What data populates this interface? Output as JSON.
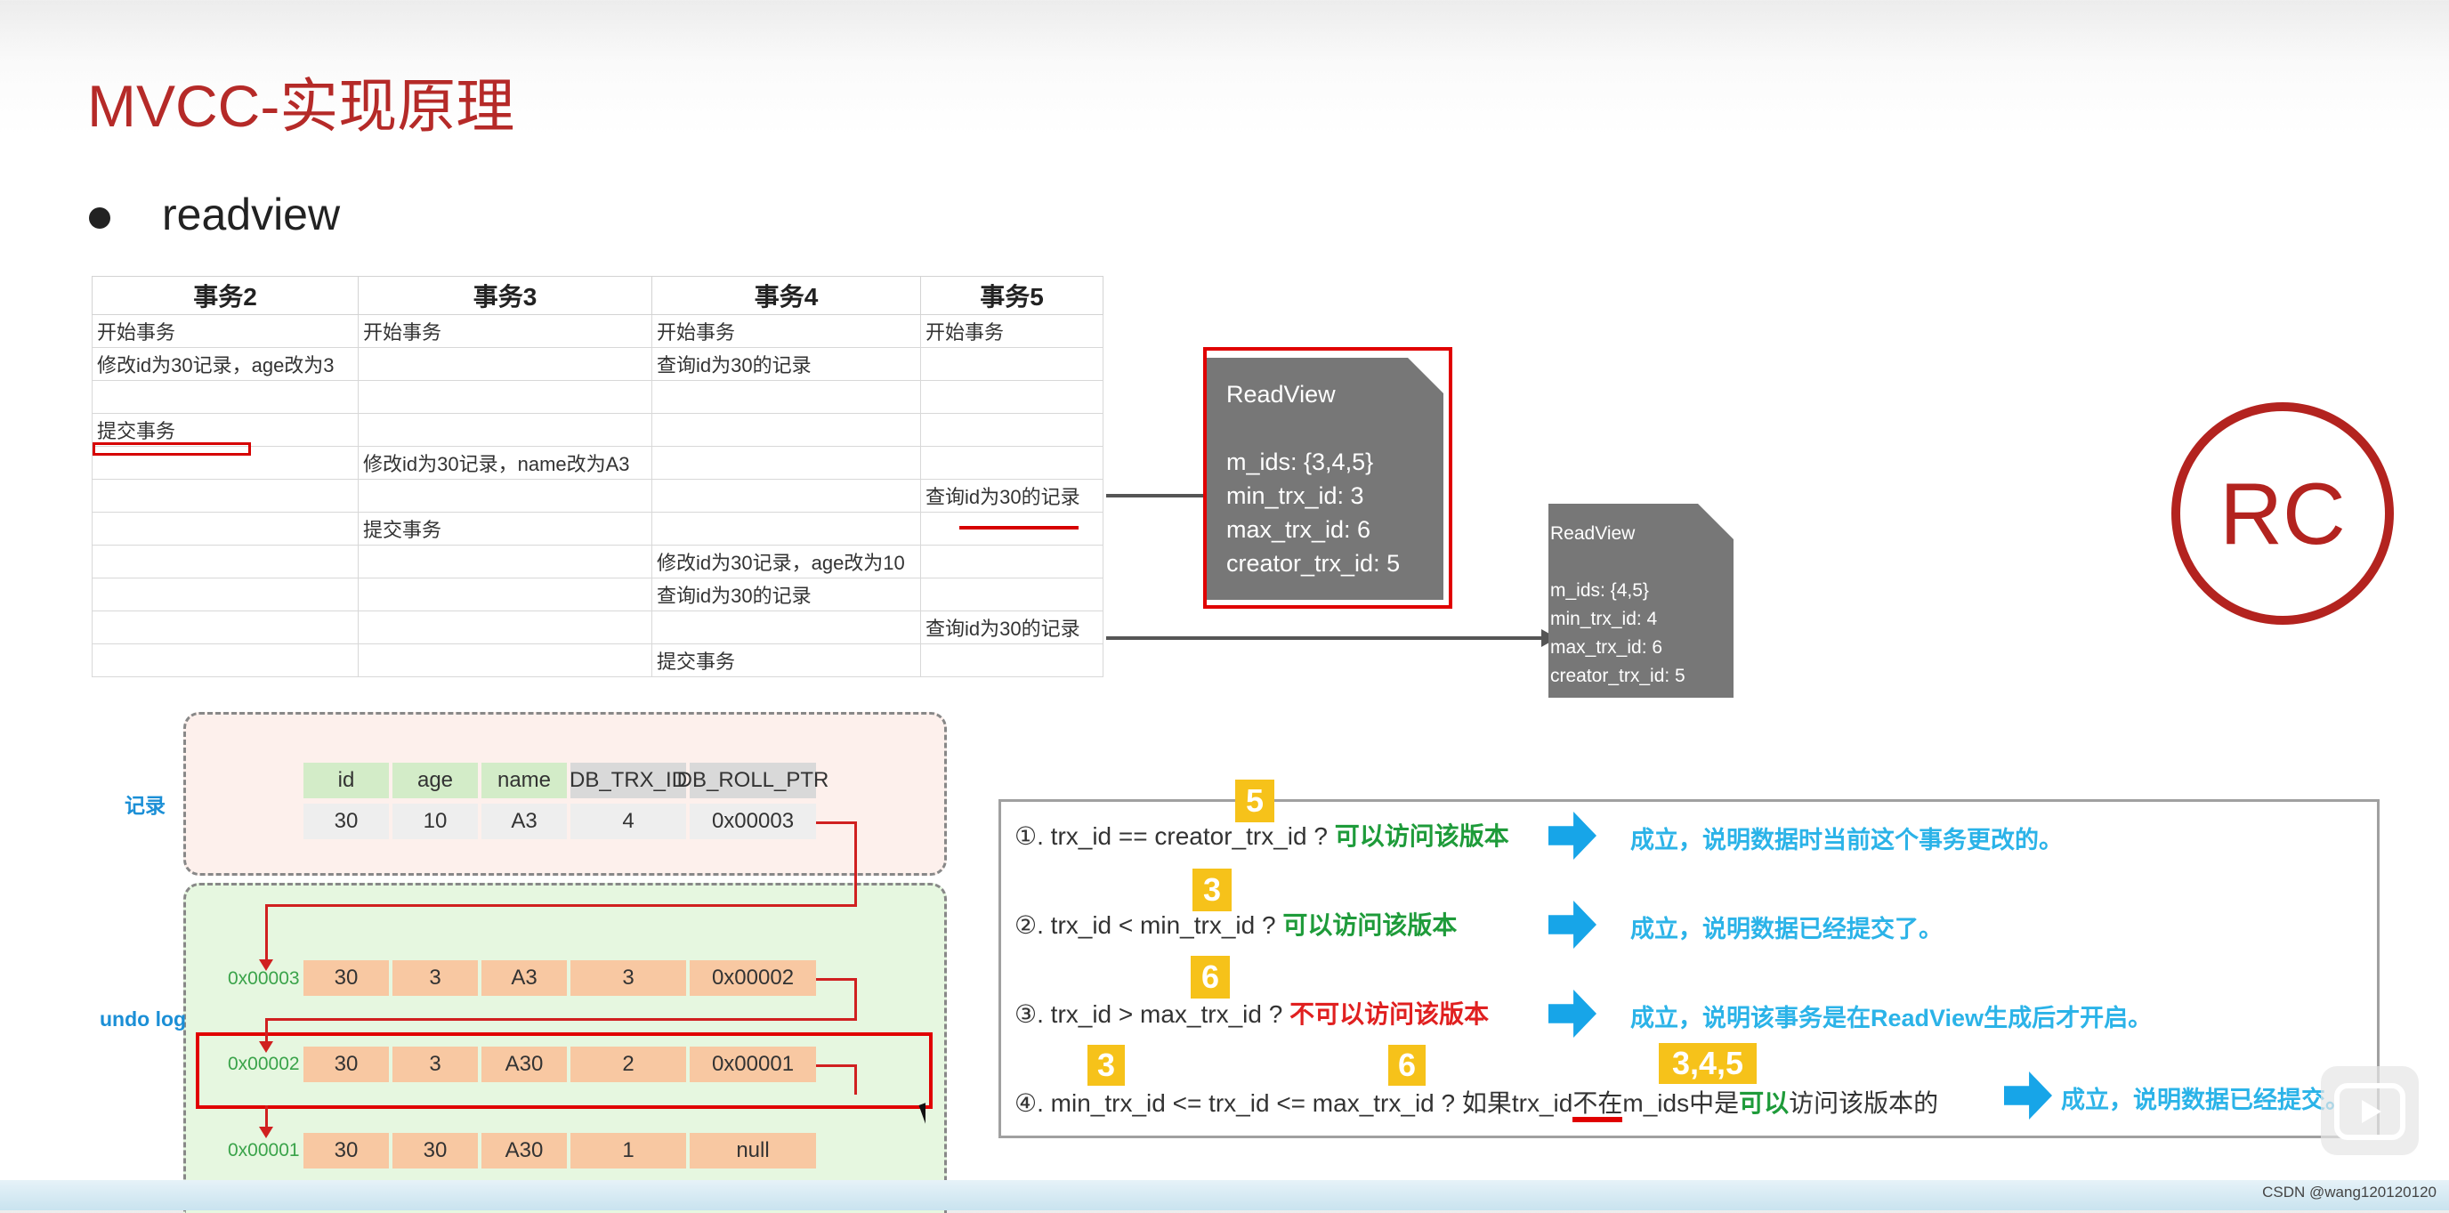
{
  "slide": {
    "title": "MVCC-实现原理",
    "subtitle": "readview"
  },
  "tx_table": {
    "headers": [
      "事务2",
      "事务3",
      "事务4",
      "事务5"
    ],
    "rows": [
      [
        "开始事务",
        "开始事务",
        "开始事务",
        "开始事务"
      ],
      [
        "修改id为30记录，age改为3",
        "",
        "查询id为30的记录",
        ""
      ],
      [
        "",
        "",
        "",
        ""
      ],
      [
        "提交事务",
        "",
        "",
        ""
      ],
      [
        "",
        "修改id为30记录，name改为A3",
        "",
        ""
      ],
      [
        "",
        "",
        "",
        "查询id为30的记录"
      ],
      [
        "",
        "提交事务",
        "",
        ""
      ],
      [
        "",
        "",
        "修改id为30记录，age改为10",
        ""
      ],
      [
        "",
        "",
        "查询id为30的记录",
        ""
      ],
      [
        "",
        "",
        "",
        "查询id为30的记录"
      ],
      [
        "",
        "",
        "提交事务",
        ""
      ]
    ]
  },
  "readview1": {
    "title": "ReadView",
    "m_ids": "m_ids: {3,4,5}",
    "min_trx_id": "min_trx_id: 3",
    "max_trx_id": "max_trx_id: 6",
    "creator_trx_id": "creator_trx_id: 5"
  },
  "readview2": {
    "title": "ReadView",
    "m_ids": "m_ids: {4,5}",
    "min_trx_id": "min_trx_id: 4",
    "max_trx_id": "max_trx_id: 6",
    "creator_trx_id": "creator_trx_id: 5"
  },
  "isolation_badge": "RC",
  "record": {
    "label": "记录",
    "headers": [
      "id",
      "age",
      "name",
      "DB_TRX_ID",
      "DB_ROLL_PTR"
    ],
    "values": [
      "30",
      "10",
      "A3",
      "4",
      "0x00003"
    ]
  },
  "undo_log": {
    "label": "undo log",
    "rows": [
      {
        "addr": "0x00003",
        "values": [
          "30",
          "3",
          "A3",
          "3",
          "0x00002"
        ]
      },
      {
        "addr": "0x00002",
        "values": [
          "30",
          "3",
          "A30",
          "2",
          "0x00001"
        ]
      },
      {
        "addr": "0x00001",
        "values": [
          "30",
          "30",
          "A30",
          "1",
          "null"
        ]
      }
    ]
  },
  "rules": {
    "r1": {
      "text": "①. trx_id  == creator_trx_id ?",
      "verdict": "可以访问该版本",
      "result": "成立，说明数据时当前这个事务更改的。",
      "badge": "5"
    },
    "r2": {
      "text": "②. trx_id < min_trx_id ?",
      "verdict": "可以访问该版本",
      "result": "成立，说明数据已经提交了。",
      "badge": "3"
    },
    "r3": {
      "text": "③. trx_id > max_trx_id ?",
      "verdict": "不可以访问该版本",
      "result": "成立，说明该事务是在ReadView生成后才开启。",
      "badge": "6"
    },
    "r4": {
      "text_a": "④. min_trx_id <= trx_id <= max_trx_id ? 如果trx_id",
      "text_b": "不在",
      "text_c": "m_ids中是",
      "verdict": "可以",
      "text_d": "访问该版本的",
      "result": "成立，说明数据已经提交。",
      "badge_a": "3",
      "badge_b": "6",
      "badge_c": "3,4,5"
    }
  },
  "watermark": "CSDN @wang120120120",
  "colors": {
    "title": "#b52a28",
    "ok": "#1e9b3a",
    "no": "#e02020",
    "result": "#2bb3e8",
    "badge": "#f6c21a",
    "undo": "#f8c8a2"
  }
}
